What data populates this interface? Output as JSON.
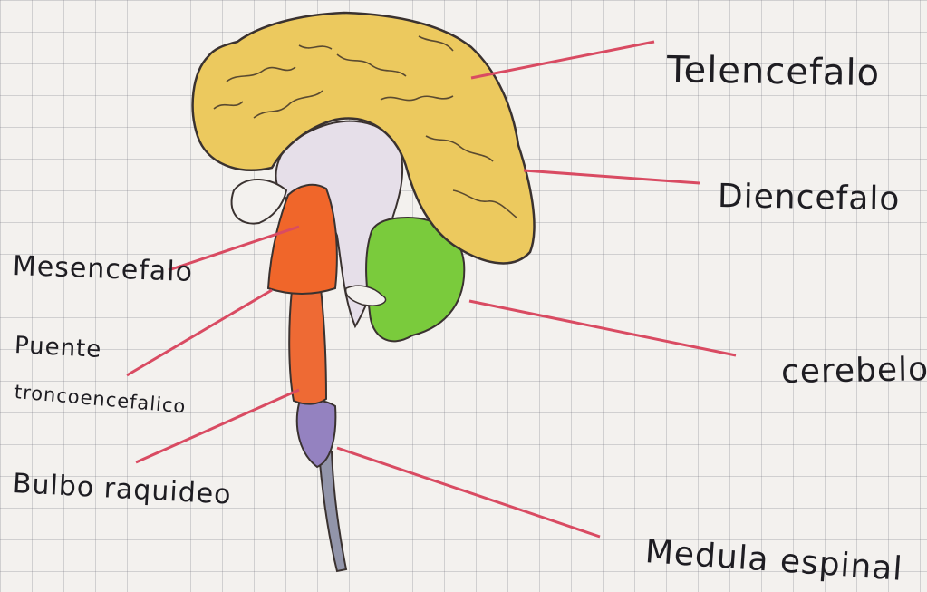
{
  "labels": {
    "telencefalo": "Telencefalo",
    "diencefalo": "Diencefalo",
    "mesencefalo": "Mesencefalo",
    "cerebelo": "cerebelo",
    "puente_line1": "Puente",
    "puente_line2": "troncoencefalico",
    "bulbo": "Bulbo raquideo",
    "medula": "Medula espinal"
  },
  "colors": {
    "telencefalo": "#ecc95e",
    "diencefalo": "#e6dfe9",
    "mesencefalo": "#f0662a",
    "puente": "#ee6a34",
    "cerebelo": "#7acb3c",
    "bulbo": "#9482c0",
    "medula": "#9295aa",
    "pointer": "#d94b62",
    "outline": "#3a3230"
  }
}
